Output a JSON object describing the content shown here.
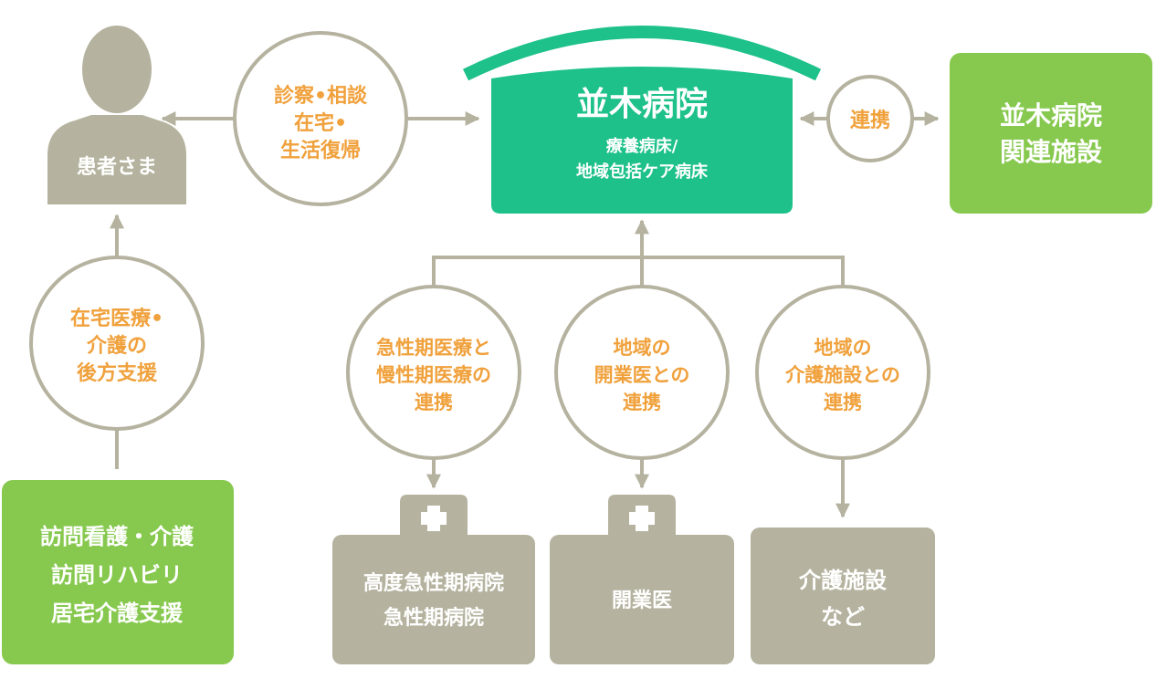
{
  "colors": {
    "gray_box": "#b5b39f",
    "gray_line": "#b5b39f",
    "orange_text": "#f0a13c",
    "teal": "#1ec18a",
    "green": "#87c94f",
    "white": "#ffffff"
  },
  "patient": {
    "label": "患者さま"
  },
  "hospital": {
    "name": "並木病院",
    "sub_line1": "療養病床/",
    "sub_line2": "地域包括ケア病床"
  },
  "related_facility": {
    "line1": "並木病院",
    "line2": "関連施設"
  },
  "circles": {
    "consult": {
      "lines": [
        "診察•相談",
        "在宅•",
        "生活復帰"
      ]
    },
    "cooperation": {
      "lines": [
        "連携"
      ]
    },
    "home_care_support": {
      "lines": [
        "在宅医療•",
        "介護の",
        "後方支援"
      ]
    },
    "acute_chronic": {
      "lines": [
        "急性期医療と",
        "慢性期医療の",
        "連携"
      ]
    },
    "local_clinics": {
      "lines": [
        "地域の",
        "開業医との",
        "連携"
      ]
    },
    "care_facilities": {
      "lines": [
        "地域の",
        "介護施設との",
        "連携"
      ]
    }
  },
  "home_services": {
    "lines": [
      "訪問看護・介護",
      "訪問リハビリ",
      "居宅介護支援"
    ]
  },
  "boxes": {
    "acute_hospital": {
      "lines": [
        "高度急性期病院",
        "急性期病院"
      ]
    },
    "clinic": {
      "lines": [
        "開業医"
      ]
    },
    "care_facility": {
      "lines": [
        "介護施設",
        "など"
      ]
    }
  },
  "icons": [
    "person-silhouette-icon",
    "medical-cross-icon",
    "arrow-icon"
  ]
}
